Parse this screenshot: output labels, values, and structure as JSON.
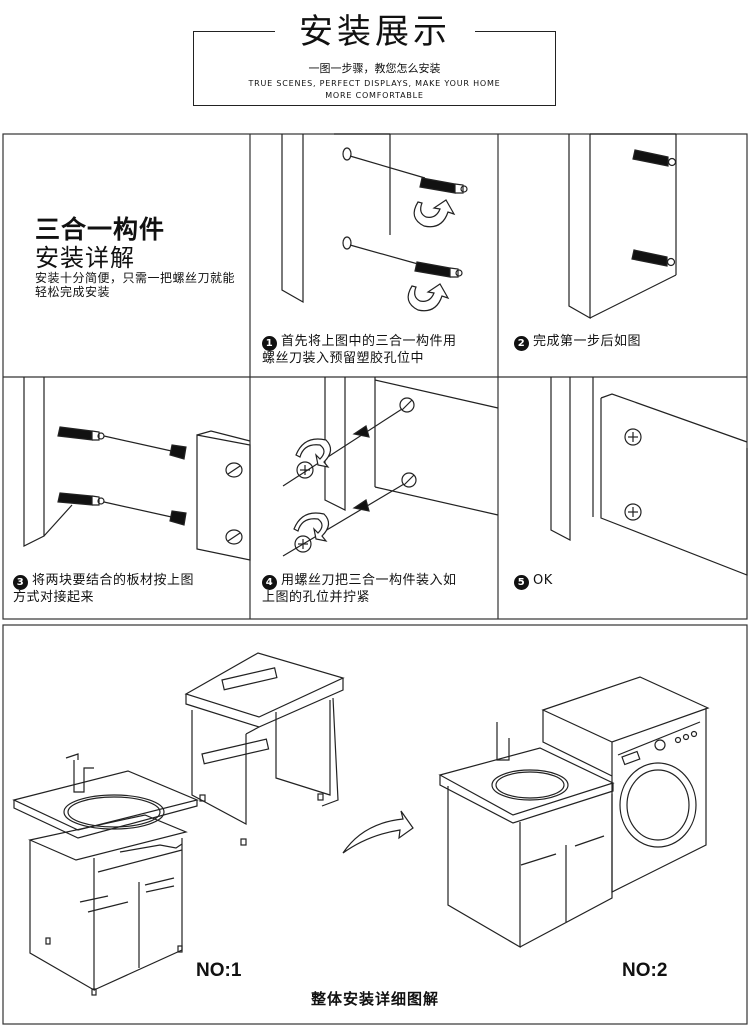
{
  "header": {
    "title": "安装展示",
    "subtitle": "一图一步骤，教您怎么安装",
    "english_line1": "TRUE SCENES, PERFECT DISPLAYS, MAKE YOUR HOME",
    "english_line2": "MORE COMFORTABLE"
  },
  "intro": {
    "title_line1": "三合一构件",
    "title_line2": "安装详解",
    "description": "安装十分简便，只需一把螺丝刀就能轻松完成安装"
  },
  "steps": [
    {
      "number": "1",
      "text_line1": "首先将上图中的三合一构件用",
      "text_line2": "螺丝刀装入预留塑胶孔位中"
    },
    {
      "number": "2",
      "text_line1": "完成第一步后如图",
      "text_line2": ""
    },
    {
      "number": "3",
      "text_line1": "将两块要结合的板材按上图",
      "text_line2": "方式对接起来"
    },
    {
      "number": "4",
      "text_line1": "用螺丝刀把三合一构件装入如",
      "text_line2": "上图的孔位并拧紧"
    },
    {
      "number": "5",
      "text_line1": "OK",
      "text_line2": ""
    }
  ],
  "assembly": {
    "label_1": "NO:1",
    "label_2": "NO:2",
    "title": "整体安装详细图解"
  }
}
